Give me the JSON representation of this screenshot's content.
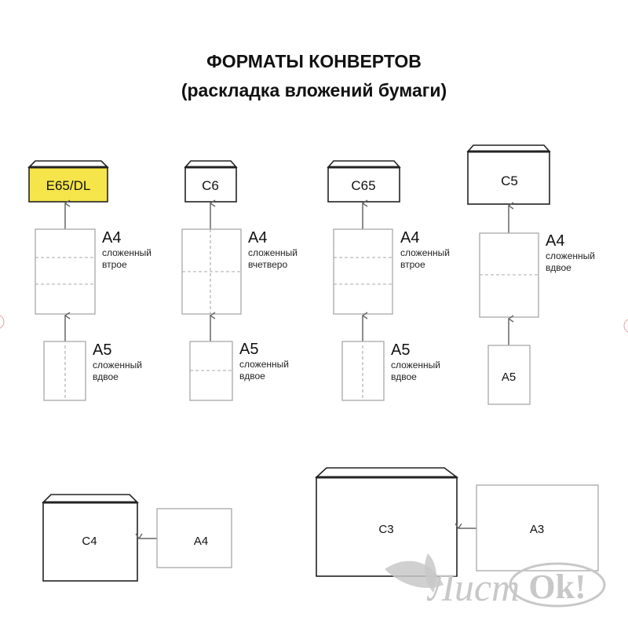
{
  "title": {
    "line1": "ФОРМАТЫ КОНВЕРТОВ",
    "line2": "(раскладка вложений бумаги)"
  },
  "colors": {
    "highlight": "#f5e54a",
    "envelope_stroke": "#222222",
    "paper_stroke": "#a8a8a8"
  },
  "groups": [
    {
      "envelope": "E65/DL",
      "a4": {
        "label": "A4",
        "line1": "сложенный",
        "line2": "втрое"
      },
      "a5": {
        "label": "A5",
        "line1": "сложенный",
        "line2": "вдвое"
      }
    },
    {
      "envelope": "C6",
      "a4": {
        "label": "A4",
        "line1": "сложенный",
        "line2": "вчетверо"
      },
      "a5": {
        "label": "A5",
        "line1": "сложенный",
        "line2": "вдвое"
      }
    },
    {
      "envelope": "C65",
      "a4": {
        "label": "A4",
        "line1": "сложенный",
        "line2": "втрое"
      },
      "a5": {
        "label": "A5",
        "line1": "сложенный",
        "line2": "вдвое"
      }
    },
    {
      "envelope": "C5",
      "a4": {
        "label": "A4",
        "line1": "сложенный",
        "line2": "вдвое"
      },
      "a5": {
        "label": "A5"
      }
    }
  ],
  "flat": [
    {
      "envelope": "C4",
      "paper": "A4"
    },
    {
      "envelope": "C3",
      "paper": "A3"
    }
  ],
  "watermark": "ЛистOk!"
}
